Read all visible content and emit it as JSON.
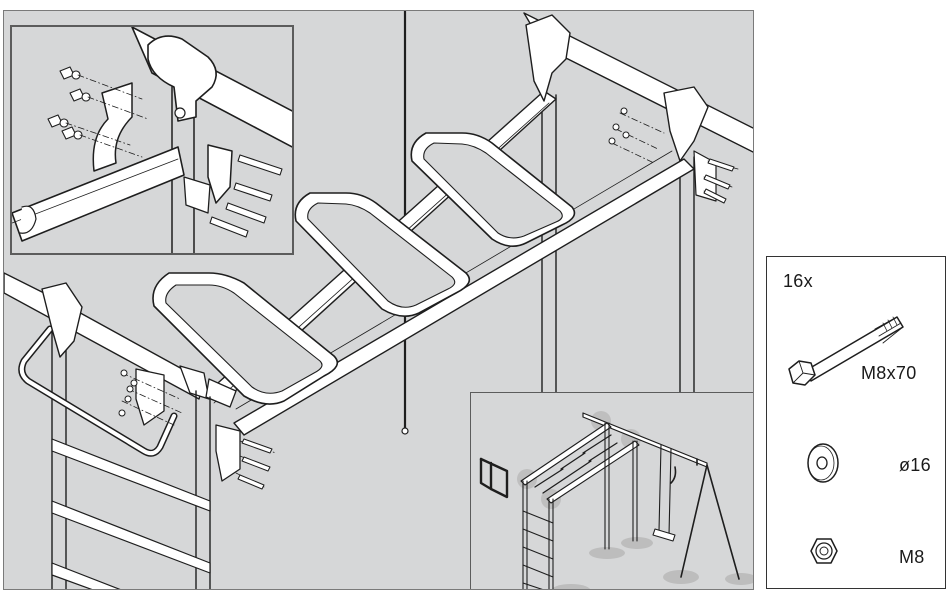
{
  "hardware": {
    "quantity": "16x",
    "bolt_label": "M8x70",
    "washer_label": "ø16",
    "nut_label": "M8"
  },
  "colors": {
    "background": "#d6d7d8",
    "line": "#1e1e1e",
    "part_fill": "#ffffff",
    "shadow": "#bdbdbd"
  },
  "icons": [
    "bolt-icon",
    "washer-icon",
    "nut-icon"
  ]
}
